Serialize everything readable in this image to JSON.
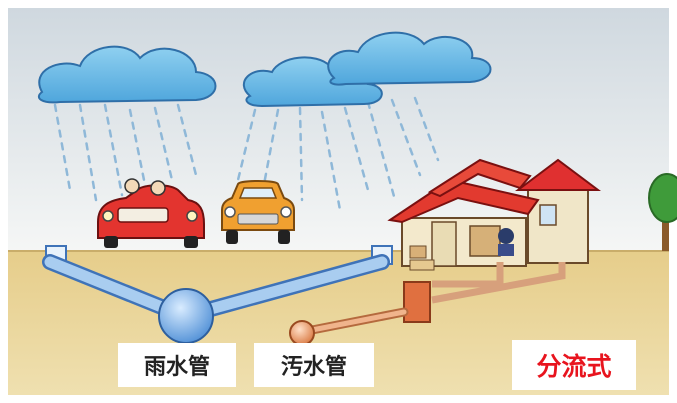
{
  "labels": {
    "rainwater_pipe": "雨水管",
    "sewage_pipe": "汚水管",
    "system_type": "分流式"
  },
  "colors": {
    "sky_top": "#cfd8df",
    "sky_bottom": "#f4f6f6",
    "ground": "#e8cf8f",
    "rain_pipe": "#7fb2e3",
    "sewage_pipe": "#e08a5b",
    "roof": "#e03030",
    "label_accent": "#e8141e"
  }
}
